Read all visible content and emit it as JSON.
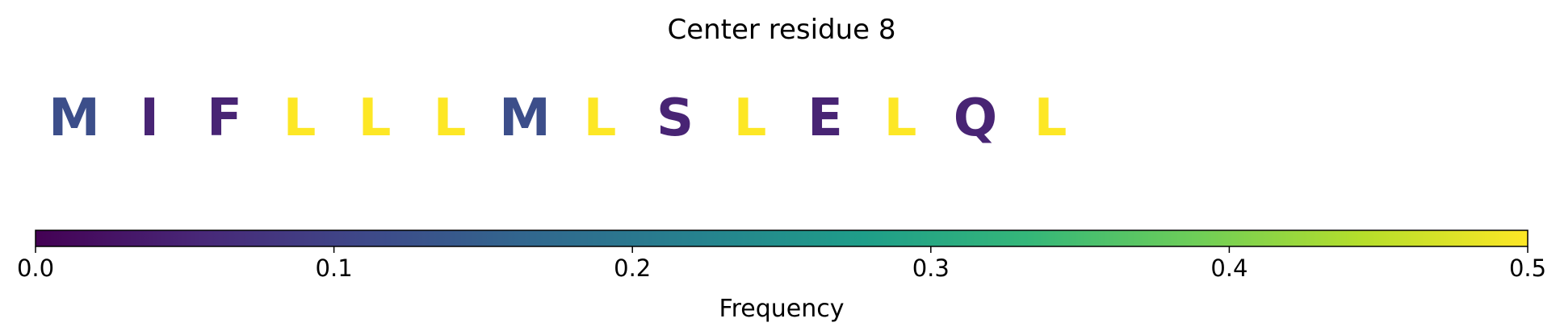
{
  "chart_data": {
    "type": "sequence-logo",
    "title": "Center residue 8",
    "residues": [
      {
        "letter": "M",
        "frequency": 0.12
      },
      {
        "letter": "I",
        "frequency": 0.05
      },
      {
        "letter": "F",
        "frequency": 0.05
      },
      {
        "letter": "L",
        "frequency": 0.5
      },
      {
        "letter": "L",
        "frequency": 0.5
      },
      {
        "letter": "L",
        "frequency": 0.5
      },
      {
        "letter": "M",
        "frequency": 0.12
      },
      {
        "letter": "L",
        "frequency": 0.5
      },
      {
        "letter": "S",
        "frequency": 0.05
      },
      {
        "letter": "L",
        "frequency": 0.5
      },
      {
        "letter": "E",
        "frequency": 0.05
      },
      {
        "letter": "L",
        "frequency": 0.5
      },
      {
        "letter": "Q",
        "frequency": 0.05
      },
      {
        "letter": "L",
        "frequency": 0.5
      }
    ],
    "colorbar": {
      "label": "Frequency",
      "range": [
        0.0,
        0.5
      ],
      "ticks": [
        0.0,
        0.1,
        0.2,
        0.3,
        0.4,
        0.5
      ],
      "tick_labels": [
        "0.0",
        "0.1",
        "0.2",
        "0.3",
        "0.4",
        "0.5"
      ],
      "colormap": "viridis",
      "stops": [
        "#440154",
        "#482878",
        "#3e4989",
        "#31688e",
        "#26828e",
        "#1f9e89",
        "#35b779",
        "#6ece58",
        "#b5de2b",
        "#fde725"
      ]
    }
  }
}
